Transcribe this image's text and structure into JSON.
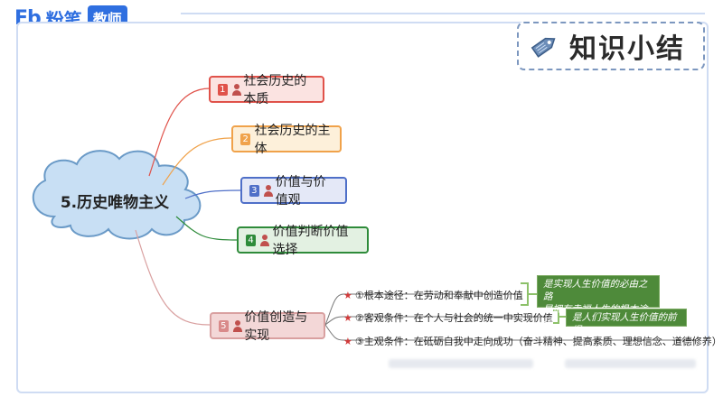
{
  "header": {
    "logo_mark": "Fb",
    "logo_brand": "粉笔",
    "logo_tag": "教师",
    "summary_title": "知识小结"
  },
  "center": {
    "label": "5.历史唯物主义"
  },
  "branches": [
    {
      "num": "1",
      "label": "社会历史的本质"
    },
    {
      "num": "2",
      "label": "社会历史的主体"
    },
    {
      "num": "3",
      "label": "价值与价值观"
    },
    {
      "num": "4",
      "label": "价值判断价值选择"
    },
    {
      "num": "5",
      "label": "价值创造与实现"
    }
  ],
  "sub_items": [
    {
      "label": "①根本途径：在劳动和奉献中创造价值"
    },
    {
      "label": "②客观条件：在个人与社会的统一中实现价值"
    },
    {
      "label": "③主观条件：在砥砺自我中走向成功（奋斗精神、提高素质、理想信念、道德修养）"
    }
  ],
  "notes": {
    "note1_line1": "是实现人生价值的必由之路",
    "note1_line2": "是拥有幸福人生的根本途径",
    "note2": "是人们实现人生价值的前提"
  },
  "colors": {
    "brand_blue": "#2f6fe0",
    "branch1": "#e0524a",
    "branch2": "#f0a24a",
    "branch3": "#4f6fc8",
    "branch4": "#2e8b3a",
    "branch5": "#d9a0a0",
    "note_green": "#4e8a3a"
  }
}
